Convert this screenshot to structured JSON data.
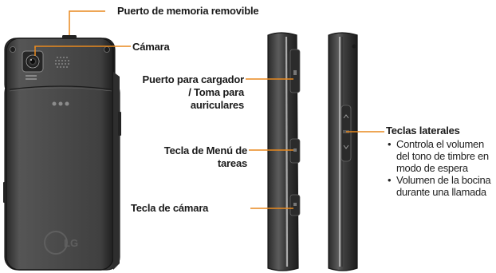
{
  "labels": {
    "memory_port": "Puerto de memoria removible",
    "camera": "Cámara",
    "charger_port_line1": "Puerto para cargador",
    "charger_port_line2": "/ Toma para",
    "charger_port_line3": "auriculares",
    "task_menu_line1": "Tecla de Menú de",
    "task_menu_line2": "tareas",
    "camera_key": "Tecla de cámara",
    "side_keys": "Teclas laterales"
  },
  "side_keys_notes": [
    "Controla el volumen del tono de timbre en modo de espera",
    "Volumen de la bocina durante una llamada"
  ],
  "phone_back": {
    "brand_logo": "LG"
  },
  "colors": {
    "leader_line": "#e8891f",
    "body_dark": "#3a3a3a",
    "body_mid": "#5a5a5a",
    "highlight": "#8a8a8a"
  }
}
